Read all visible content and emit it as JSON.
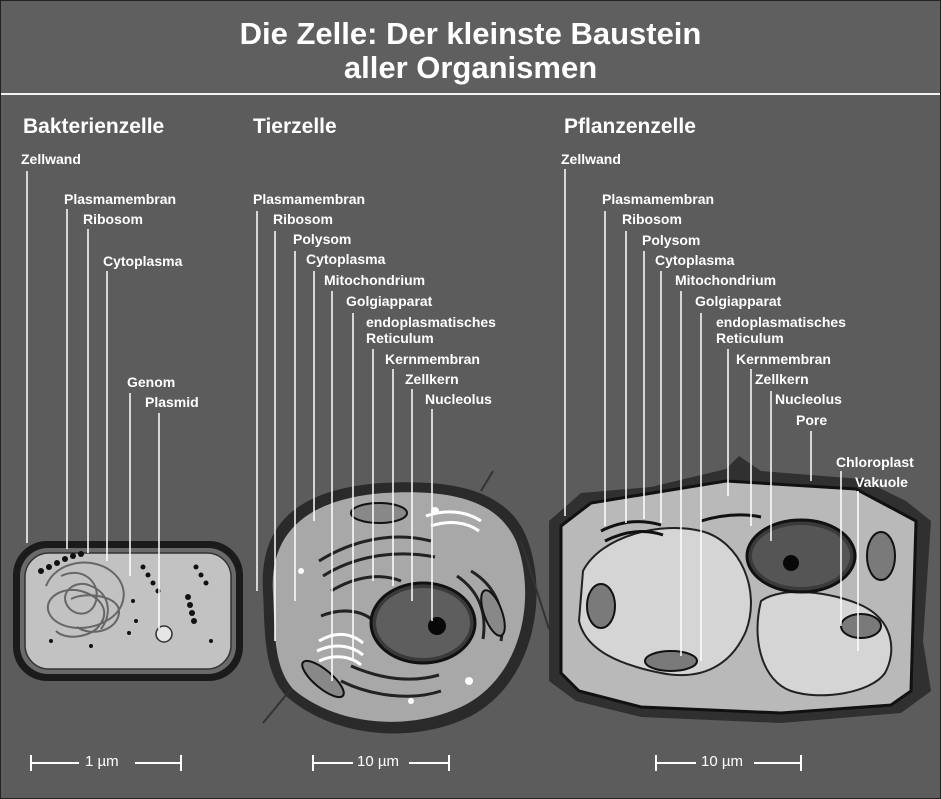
{
  "title": {
    "line1": "Die Zelle: Der kleinste Baustein",
    "line2": "aller Organismen"
  },
  "bacteria": {
    "heading": "Bakterienzelle",
    "labels": [
      "Zellwand",
      "Plasmamembran",
      "Ribosom",
      "Cytoplasma",
      "Genom",
      "Plasmid"
    ],
    "scale": "1 µm"
  },
  "animal": {
    "heading": "Tierzelle",
    "labels": [
      "Plasmamembran",
      "Ribosom",
      "Polysom",
      "Cytoplasma",
      "Mitochondrium",
      "Golgiapparat",
      "endoplasmatisches",
      "Reticulum",
      "Kernmembran",
      "Zellkern",
      "Nucleolus"
    ],
    "scale": "10 µm"
  },
  "plant": {
    "heading": "Pflanzenzelle",
    "labels": [
      "Zellwand",
      "Plasmamembran",
      "Ribosom",
      "Polysom",
      "Cytoplasma",
      "Mitochondrium",
      "Golgiapparat",
      "endoplasmatisches",
      "Reticulum",
      "Kernmembran",
      "Zellkern",
      "Nucleolus",
      "Pore",
      "Chloroplast",
      "Vakuole"
    ],
    "scale": "10 µm"
  }
}
